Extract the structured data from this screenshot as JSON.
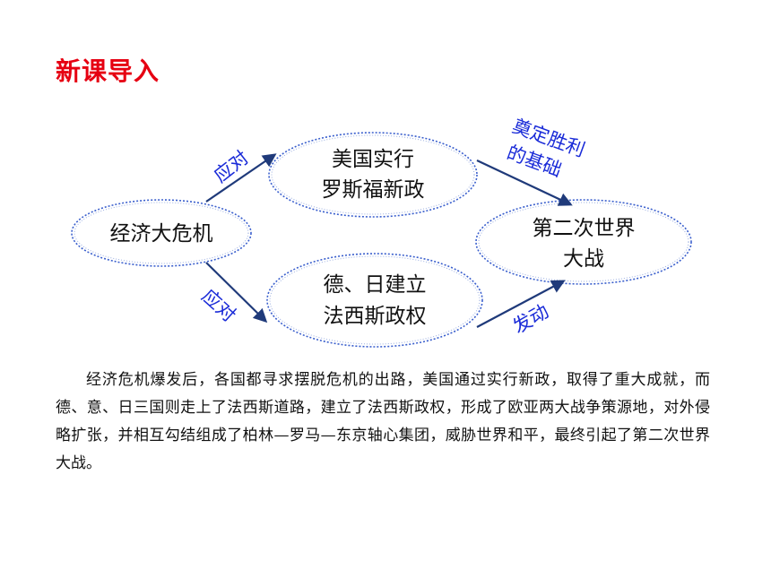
{
  "slide": {
    "title": "新课导入"
  },
  "diagram": {
    "nodes": {
      "crisis": "经济大危机",
      "us_line1": "美国实行",
      "us_line2": "罗斯福新政",
      "fascism_line1": "德、日建立",
      "fascism_line2": "法西斯政权",
      "ww2_line1": "第二次世界",
      "ww2_line2": "大战"
    },
    "edges": {
      "crisis_to_us": "应对",
      "crisis_to_fascism": "应对",
      "us_to_ww2_line1": "奠定胜利",
      "us_to_ww2_line2": "的基础",
      "fascism_to_ww2": "发动"
    },
    "colors": {
      "arrow": "#1f3a7a",
      "node_border": "#3a5fcd",
      "edge_label": "#1a2bd8",
      "title": "#e60012"
    }
  },
  "paragraph": "经济危机爆发后，各国都寻求摆脱危机的出路，美国通过实行新政，取得了重大成就，而德、意、日三国则走上了法西斯道路，建立了法西斯政权，形成了欧亚两大战争策源地，对外侵略扩张，并相互勾结组成了柏林—罗马—东京轴心集团，威胁世界和平，最终引起了第二次世界大战。"
}
